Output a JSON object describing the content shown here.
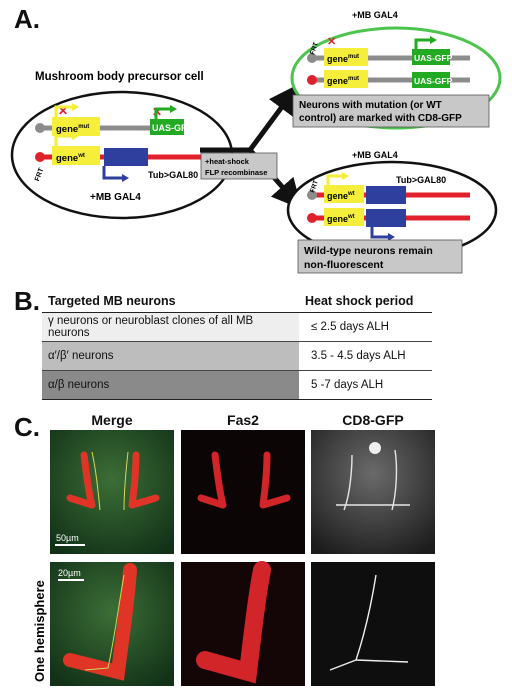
{
  "panel_a": {
    "letter": "A.",
    "precursor_title": "Mushroom body precursor cell",
    "mb_gal4": "+MB GAL4",
    "frt": "FRT",
    "gene_base": "gene",
    "sup_mut": "mut",
    "sup_wt": "wt",
    "uas_gfp": "UAS-GFP",
    "tub_gal80": "Tub>GAL80",
    "heat_shock_line1": "+heat-shock",
    "heat_shock_line2": "FLP recombinase",
    "mutant_caption_line1": "Neurons with mutation (or WT",
    "mutant_caption_line2": "control) are marked with CD8-GFP",
    "wt_caption_line1": "Wild-type neurons remain",
    "wt_caption_line2": "non-fluorescent"
  },
  "panel_b": {
    "letter": "B.",
    "headers": [
      "Targeted MB neurons",
      "Heat shock period"
    ],
    "rows": [
      [
        "γ neurons or neuroblast clones of all MB neurons",
        "≤ 2.5 days ALH"
      ],
      [
        "α′/β′ neurons",
        "3.5 - 4.5 days ALH"
      ],
      [
        "α/β neurons",
        "5 -7 days ALH"
      ]
    ]
  },
  "panel_c": {
    "letter": "C.",
    "columns": [
      "Merge",
      "Fas2",
      "CD8-GFP"
    ],
    "scale_top": "50µm",
    "scale_bottom": "20µm",
    "row_label": "One hemisphere"
  },
  "colors": {
    "green_chrom": "#22aa22",
    "red_chrom": "#e0202a",
    "grey_chrom": "#8c8c8c",
    "gene_box": "#f5ee3a",
    "gal80_box": "#2e3f9e",
    "caption_box": "#c8c8c8"
  }
}
